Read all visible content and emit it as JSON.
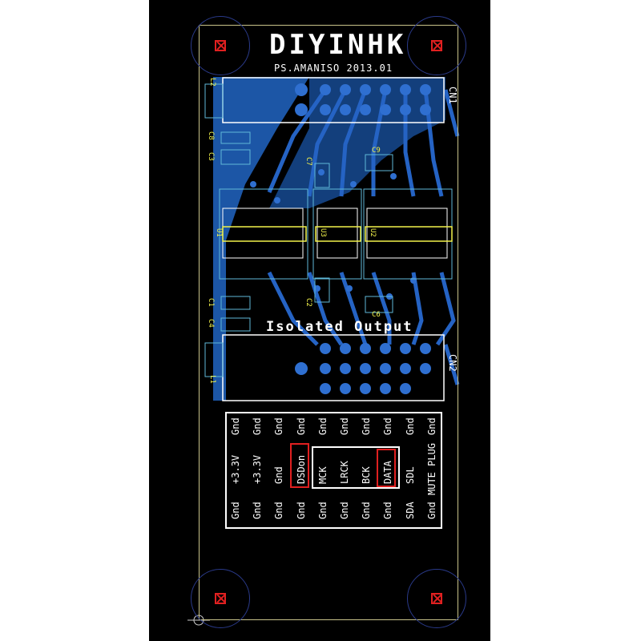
{
  "board": {
    "title": "DIYINHK",
    "subtitle": "PS.AMANISO 2013.01",
    "isolated_label": "Isolated Output"
  },
  "connectors": {
    "cn1": "CN1",
    "cn2": "CN2"
  },
  "refs": {
    "l2": "L2",
    "l1": "L1",
    "c8": "C8",
    "c3": "C3",
    "c1": "C1",
    "c4": "C4",
    "c7": "C7",
    "c9": "C9",
    "c2": "C2",
    "c6": "C6",
    "u1": "U1",
    "u3": "U3",
    "u2": "U2"
  },
  "pin_columns": [
    {
      "top": "Gnd",
      "mid": "+3.3V",
      "bot": "Gnd"
    },
    {
      "top": "Gnd",
      "mid": "+3.3V",
      "bot": "Gnd"
    },
    {
      "top": "Gnd",
      "mid": "Gnd",
      "bot": "Gnd"
    },
    {
      "top": "Gnd",
      "mid": "DSDon",
      "bot": "Gnd"
    },
    {
      "top": "Gnd",
      "mid": "MCK",
      "bot": "Gnd"
    },
    {
      "top": "Gnd",
      "mid": "LRCK",
      "bot": "Gnd"
    },
    {
      "top": "Gnd",
      "mid": "BCK",
      "bot": "Gnd"
    },
    {
      "top": "Gnd",
      "mid": "DATA",
      "bot": "Gnd"
    },
    {
      "top": "Gnd",
      "mid": "SDL",
      "bot": "SDA"
    },
    {
      "top": "Gnd",
      "mid": "MUTE PLUG",
      "bot": "Gnd"
    }
  ],
  "colors": {
    "background": "#000000",
    "copper": "#1f5fb8",
    "pad": "#2f6fd0",
    "silkscreen": "#ffffff",
    "outline": "#c9c38a",
    "highlight": "#e02020",
    "refdes": "#f2f24a"
  }
}
